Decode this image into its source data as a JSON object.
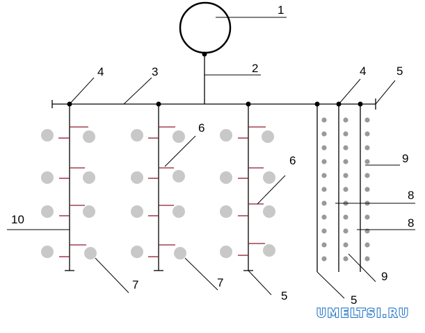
{
  "labels": {
    "l1": "1",
    "l2": "2",
    "l3": "3",
    "l4_left": "4",
    "l4_right": "4",
    "l5_top": "5",
    "l5_col3": "5",
    "l5_col4": "5",
    "l6_col2": "6",
    "l6_col3": "6",
    "l7_col1": "7",
    "l7_col2": "7",
    "l8_upper": "8",
    "l8_lower": "8",
    "l9_upper": "9",
    "l9_lower": "9",
    "l10": "10"
  },
  "watermark": "UMELTSI.RU",
  "colors": {
    "line": "#000000",
    "plant": "#c8c8c8",
    "branch": "#8b1a2b",
    "dot": "#999999",
    "watermark_fill": "#ffffff",
    "watermark_stroke": "#2a78c8"
  }
}
